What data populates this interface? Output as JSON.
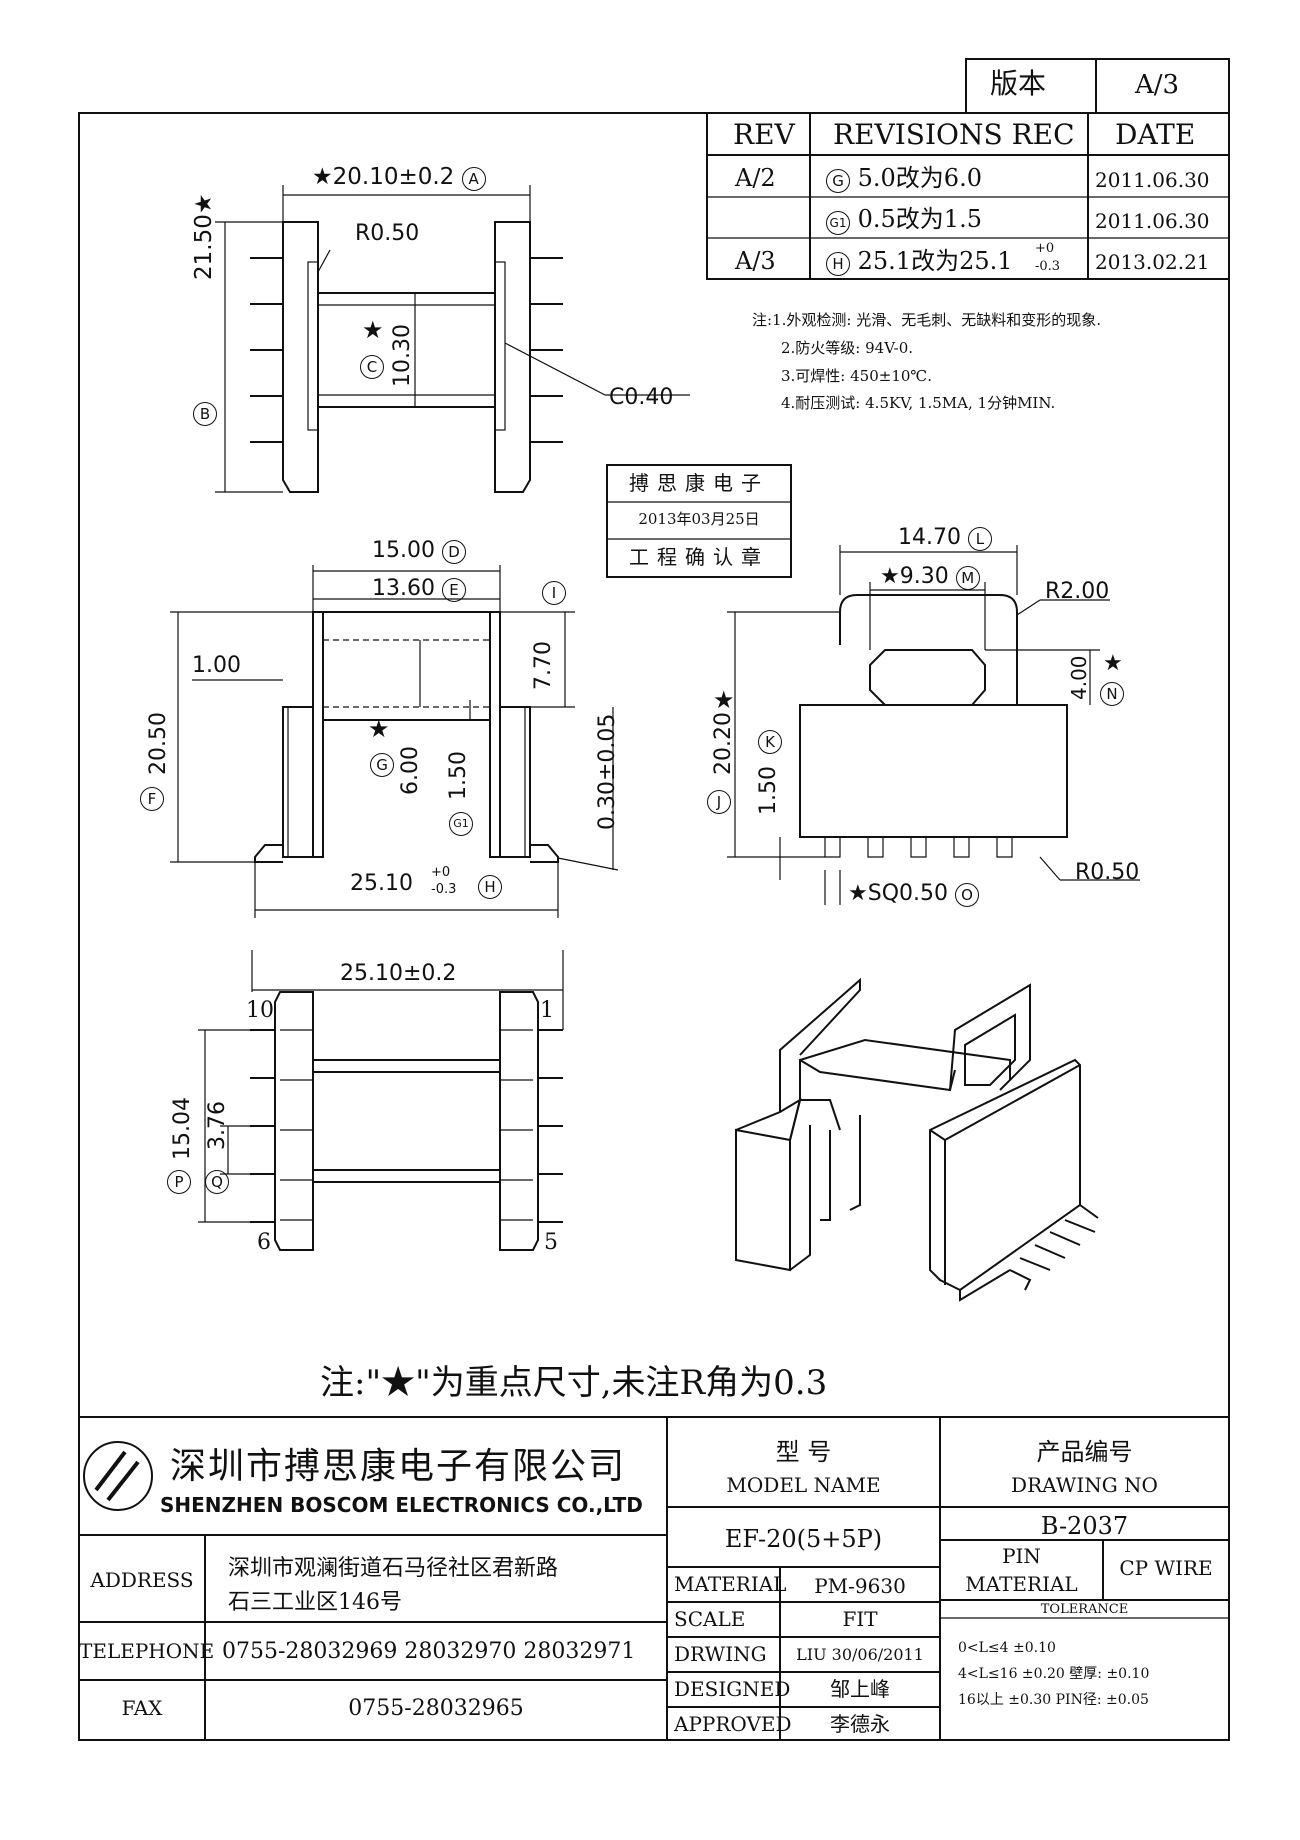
{
  "version": {
    "label": "版本",
    "value": "A/3"
  },
  "revisions": {
    "headers": [
      "REV",
      "REVISIONS REC",
      "DATE"
    ],
    "rows": [
      {
        "rev": "A/2",
        "mark": "G",
        "text": "5.0改为6.0",
        "date": "2011.06.30"
      },
      {
        "rev": "",
        "mark": "G1",
        "text": "0.5改为1.5",
        "date": "2011.06.30"
      },
      {
        "rev": "A/3",
        "mark": "H",
        "text": "25.1改为25.1",
        "tol_up": "+0",
        "tol_dn": "-0.3",
        "date": "2013.02.21"
      }
    ]
  },
  "notes": [
    "注:1.外观检测: 光滑、无毛刺、无缺料和变形的现象.",
    "2.防火等级: 94V-0.",
    "3.可焊性: 450±10℃.",
    "4.耐压测试: 4.5KV, 1.5MA, 1分钟MIN."
  ],
  "stamp": {
    "company": "搏思康电子",
    "date": "2013年03月25日",
    "label": "工程确认章"
  },
  "dims": {
    "A": "★20.10±0.2",
    "R050a": "R0.50",
    "B": "21.50★",
    "C": "10.30",
    "C040": "C0.40",
    "D": "15.00",
    "E": "13.60",
    "I": "7.70",
    "d100": "1.00",
    "F": "20.50",
    "G": "6.00",
    "G1": "1.50",
    "d030": "0.30±0.05",
    "H": "25.10",
    "H_up": "+0",
    "H_dn": "-0.3",
    "L": "14.70",
    "M": "★9.30",
    "R200": "R2.00",
    "N": "4.00",
    "J": "20.20",
    "K": "1.50",
    "O": "★SQ0.50",
    "R050b": "R0.50",
    "W": "25.10±0.2",
    "P": "15.04",
    "Q": "3.76",
    "pin1": "1",
    "pin5": "5",
    "pin6": "6",
    "pin10": "10"
  },
  "note_bottom": "注:\"★\"为重点尺寸,未注R角为0.3",
  "title_block": {
    "company_cn": "深圳市搏思康电子有限公司",
    "company_en": "SHENZHEN BOSCOM ELECTRONICS CO.,LTD",
    "model_label_cn": "型      号",
    "model_label_en": "MODEL NAME",
    "model_value": "EF-20(5+5P)",
    "drawing_label_cn": "产品编号",
    "drawing_label_en": "DRAWING NO",
    "drawing_value": "B-2037",
    "address_label": "ADDRESS",
    "address_1": "深圳市观澜街道石马径社区君新路",
    "address_2": "石三工业区146号",
    "telephone_label": "TELEPHONE",
    "telephone": "0755-28032969 28032970 28032971",
    "fax_label": "FAX",
    "fax": "0755-28032965",
    "material_label": "MATERIAL",
    "material": "PM-9630",
    "scale_label": "SCALE",
    "scale": "FIT",
    "drwing_label": "DRWING",
    "drwing": "LIU 30/06/2011",
    "designed_label": "DESIGNED",
    "designed": "邹上峰",
    "approved_label": "APPROVED",
    "approved": "李德永",
    "pin_label_1": "PIN",
    "pin_label_2": "MATERIAL",
    "pin_material": "CP WIRE",
    "tolerance_label": "TOLERANCE",
    "tol_1": "0<L≤4  ±0.10",
    "tol_2": "4<L≤16  ±0.20  壁厚:  ±0.10",
    "tol_3": "16以上    ±0.30  PIN径: ±0.05"
  }
}
